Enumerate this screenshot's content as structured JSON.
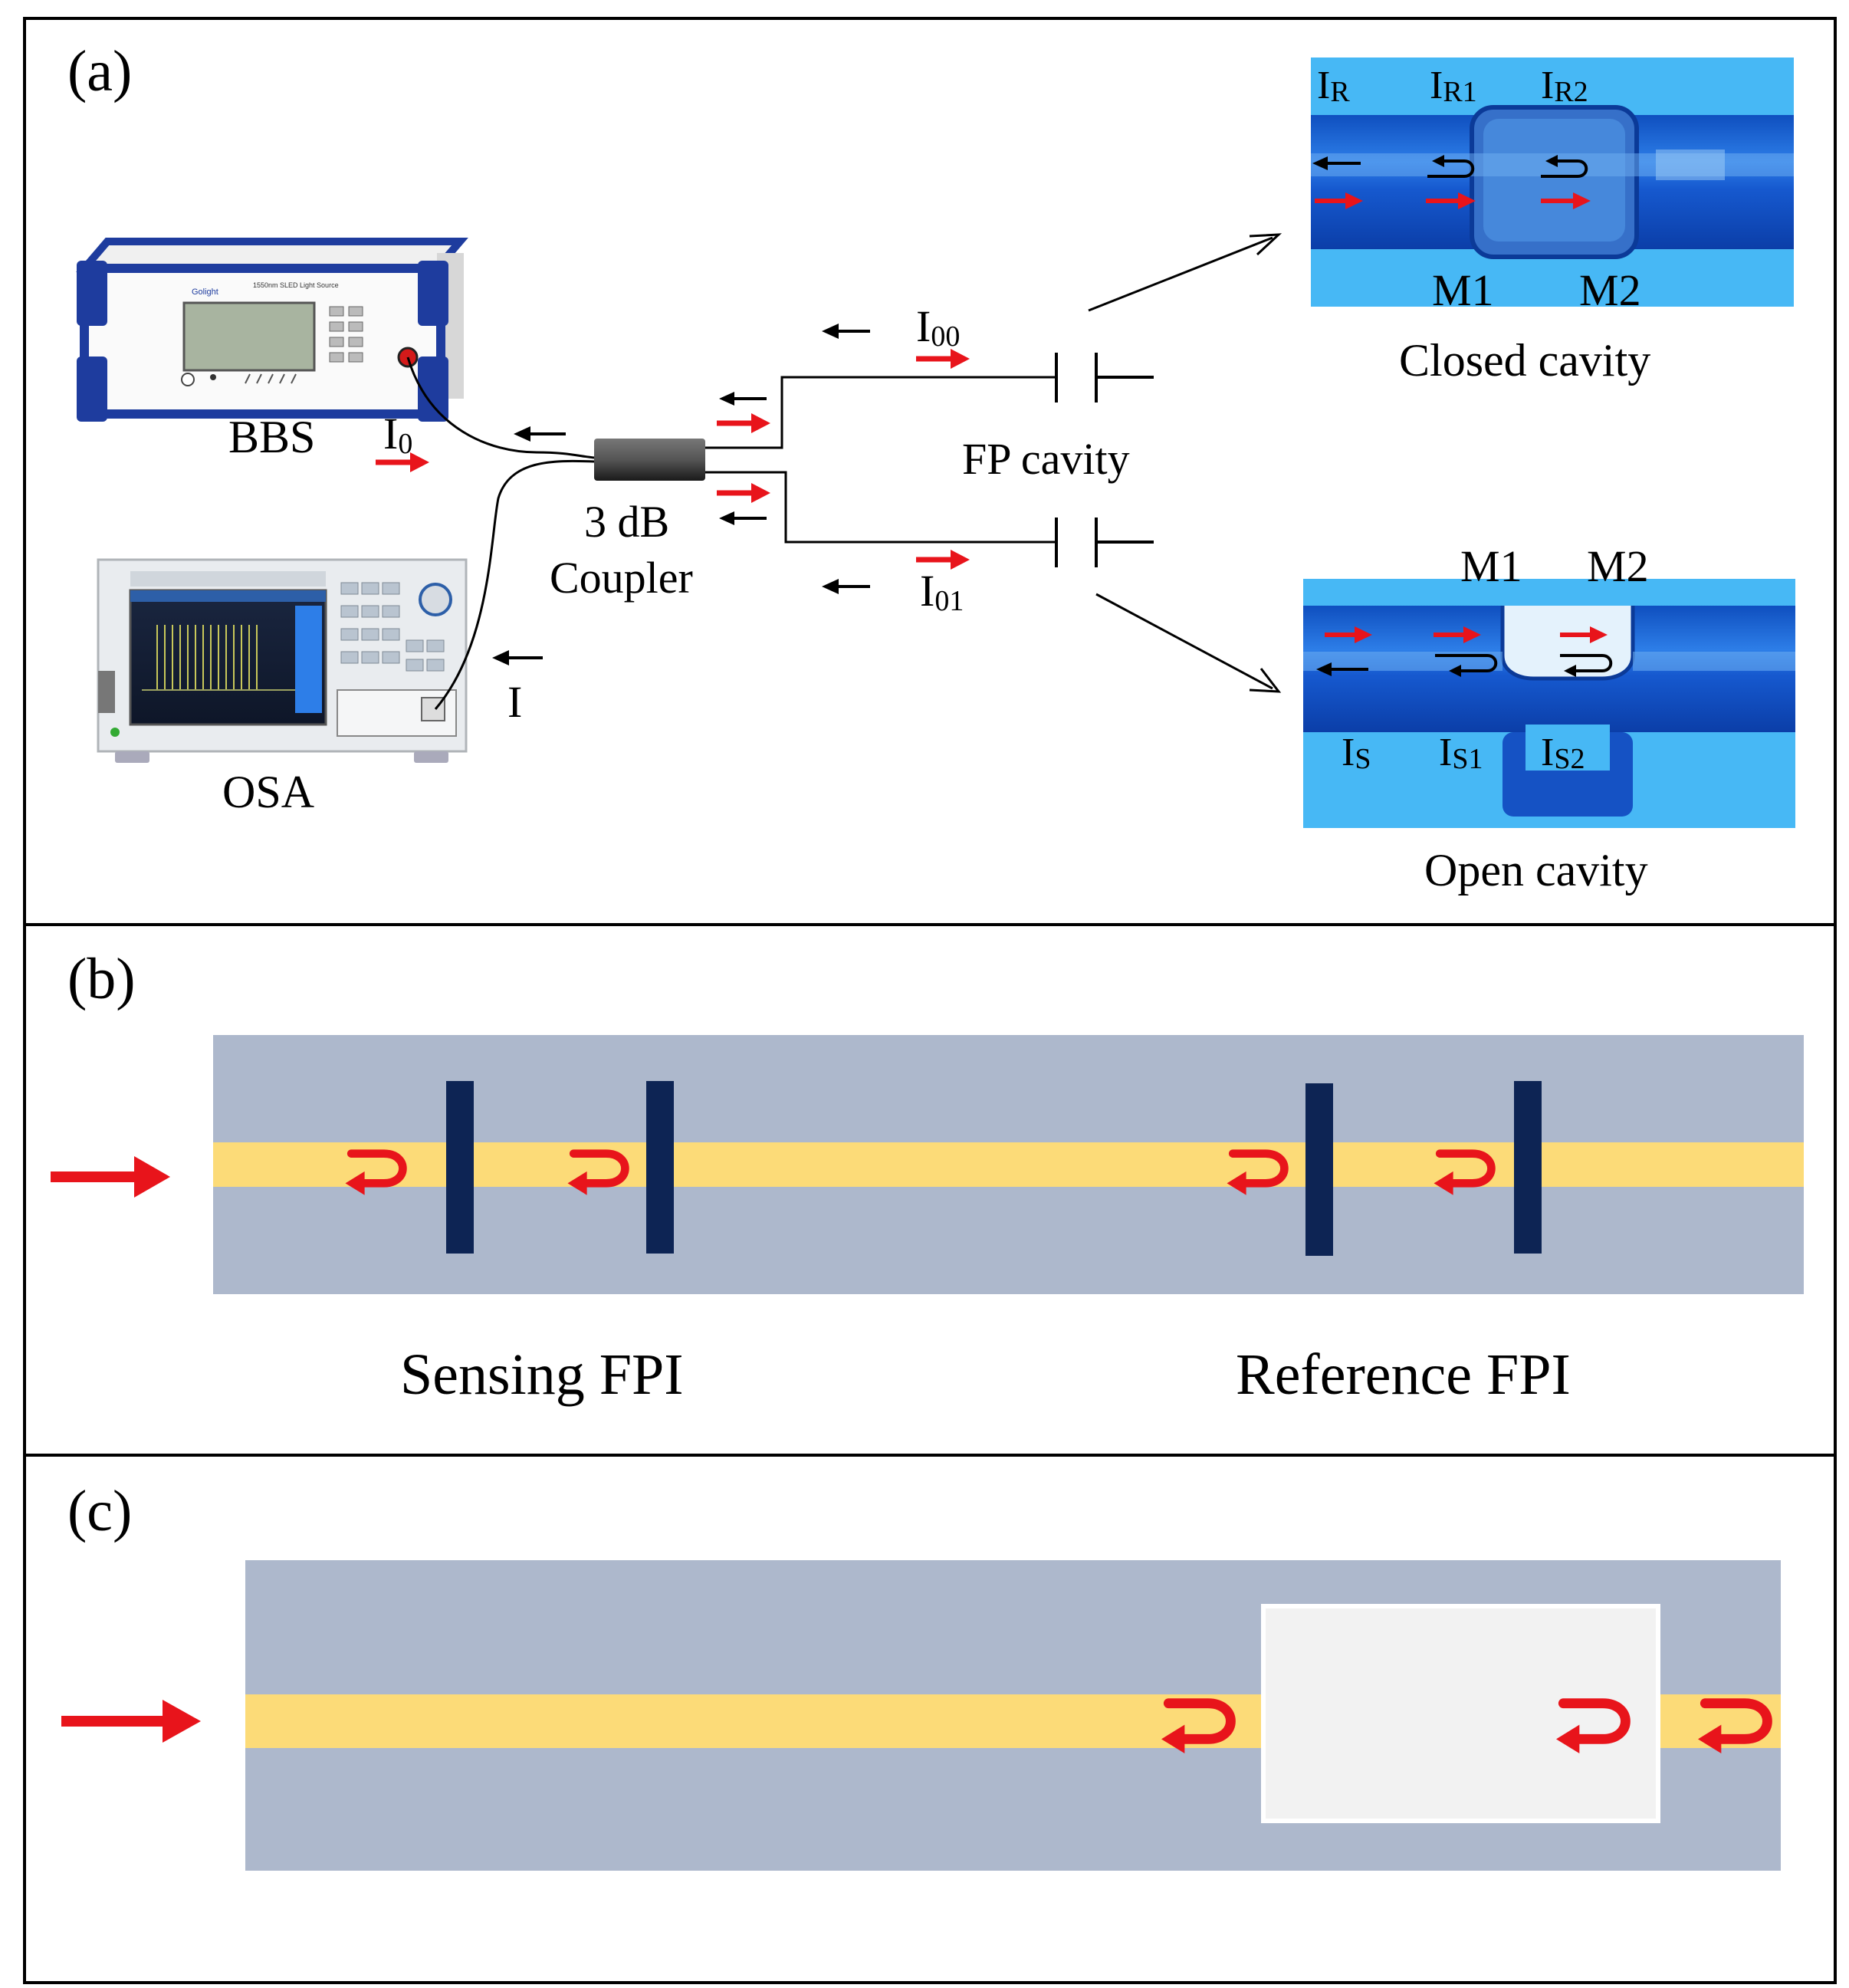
{
  "panels": {
    "a": {
      "tag": "(a)",
      "bbs_label": "BBS",
      "i0_main": "I",
      "i0_sub": "0",
      "osa_label": "OSA",
      "i_label": "I",
      "coupler_line1": "3 dB",
      "coupler_line2": "Coupler",
      "i00_main": "I",
      "i00_sub": "00",
      "i01_main": "I",
      "i01_sub": "01",
      "fp_cavity": "FP cavity",
      "closed_cavity": {
        "caption": "Closed cavity",
        "ir_main": "I",
        "ir_sub": "R",
        "ir1_main": "I",
        "ir1_sub": "R1",
        "ir2_main": "I",
        "ir2_sub": "R2",
        "m1": "M1",
        "m2": "M2"
      },
      "open_cavity": {
        "caption": "Open cavity",
        "is_main": "I",
        "is_sub": "S",
        "is1_main": "I",
        "is1_sub": "S1",
        "is2_main": "I",
        "is2_sub": "S2",
        "m1": "M1",
        "m2": "M2"
      },
      "bbs_device_brand": "Golight",
      "bbs_device_title": "1550nm SLED Light Source"
    },
    "b": {
      "tag": "(b)",
      "sensing_label": "Sensing FPI",
      "reference_label": "Reference FPI"
    },
    "c": {
      "tag": "(c)"
    }
  },
  "colors": {
    "arrow_red": "#e8141b",
    "arrow_black": "#000000",
    "fiber_cladding": "#adb8cc",
    "fiber_core": "#fcdb78",
    "mirror": "#0d2454",
    "air_cavity": "#f2f2f2",
    "micrograph_blue": "#1a63d6",
    "micrograph_light": "#47b8f5",
    "device_blue": "#1e3c9e"
  },
  "icons": {
    "input_arrow": "right-arrow-icon",
    "reflection": "u-turn-arrow-icon"
  }
}
